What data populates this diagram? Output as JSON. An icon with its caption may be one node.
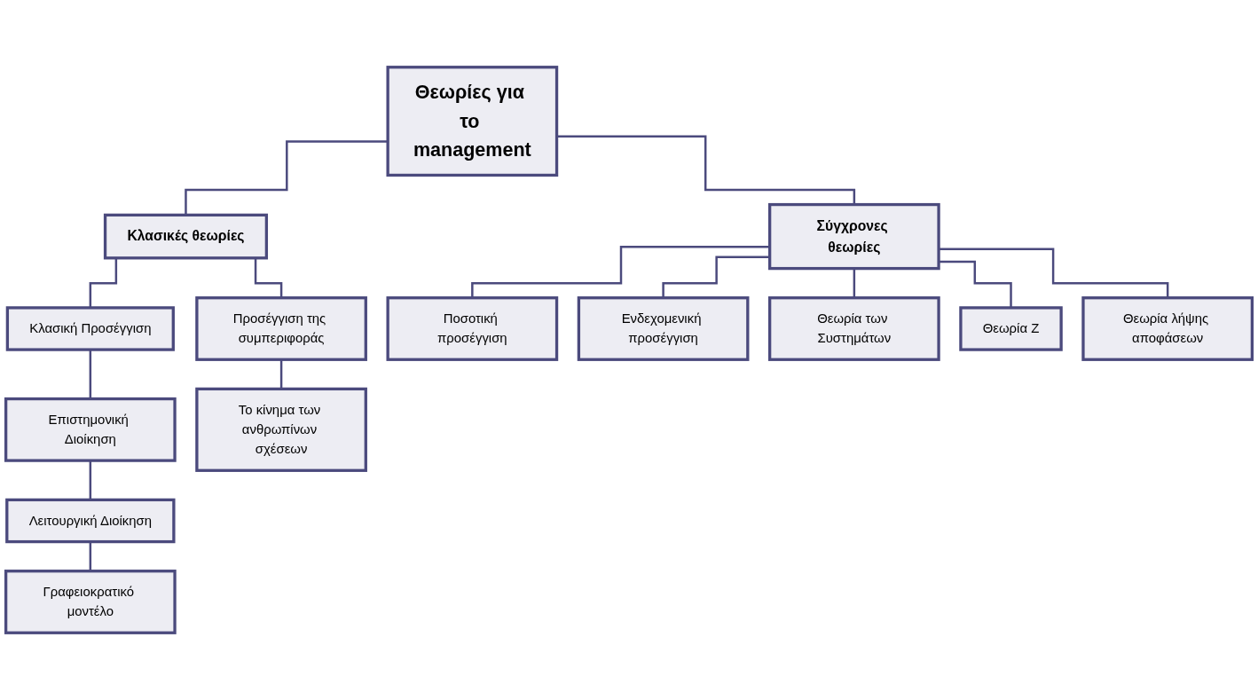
{
  "diagram": {
    "nodes": [
      {
        "text": [
          "Θεωρίες για το management"
        ]
      },
      {
        "text": [
          "Κλασικές θεωρίες"
        ]
      },
      {
        "text": [
          "Σύγχρονες θεωρίες"
        ]
      },
      {
        "text": [
          "Κλασική Προσέγγιση"
        ]
      },
      {
        "text": [
          "Προσέγγιση της συμπεριφοράς"
        ]
      },
      {
        "text": [
          "Επιστημονική Διοίκηση"
        ]
      },
      {
        "text": [
          "Λειτουργική Διοίκηση"
        ]
      },
      {
        "text": [
          "Γραφειοκρατικό μοντέλο"
        ]
      },
      {
        "text": [
          "Το κίνημα των ανθρωπίνων σχέσεων"
        ]
      },
      {
        "text": [
          "Ποσοτική προσέγγιση"
        ]
      },
      {
        "text": [
          "Ενδεχομενική προσέγγιση"
        ]
      },
      {
        "text": [
          "Θεωρία των Συστημάτων"
        ]
      },
      {
        "text": [
          "Θεωρία Ζ"
        ]
      },
      {
        "text": [
          "Θεωρία λήψης αποφάσεων"
        ]
      }
    ],
    "edges": [
      {
        "from": 0,
        "to": 1,
        "arrow": "none"
      },
      {
        "from": 0,
        "to": 2,
        "arrow": "none"
      },
      {
        "from": 1,
        "to": 3,
        "arrow": "none"
      },
      {
        "from": 1,
        "to": 4,
        "arrow": "none"
      },
      {
        "from": 3,
        "to": 5,
        "arrow": "none"
      },
      {
        "from": 5,
        "to": 6,
        "arrow": "none"
      },
      {
        "from": 6,
        "to": 7,
        "arrow": "none"
      },
      {
        "from": 4,
        "to": 8,
        "arrow": "none"
      },
      {
        "from": 2,
        "to": 9,
        "arrow": "none"
      },
      {
        "from": 2,
        "to": 10,
        "arrow": "none"
      },
      {
        "from": 2,
        "to": 11,
        "arrow": "none"
      },
      {
        "from": 2,
        "to": 12,
        "arrow": "none"
      },
      {
        "from": 2,
        "to": 13,
        "arrow": "none"
      }
    ]
  }
}
